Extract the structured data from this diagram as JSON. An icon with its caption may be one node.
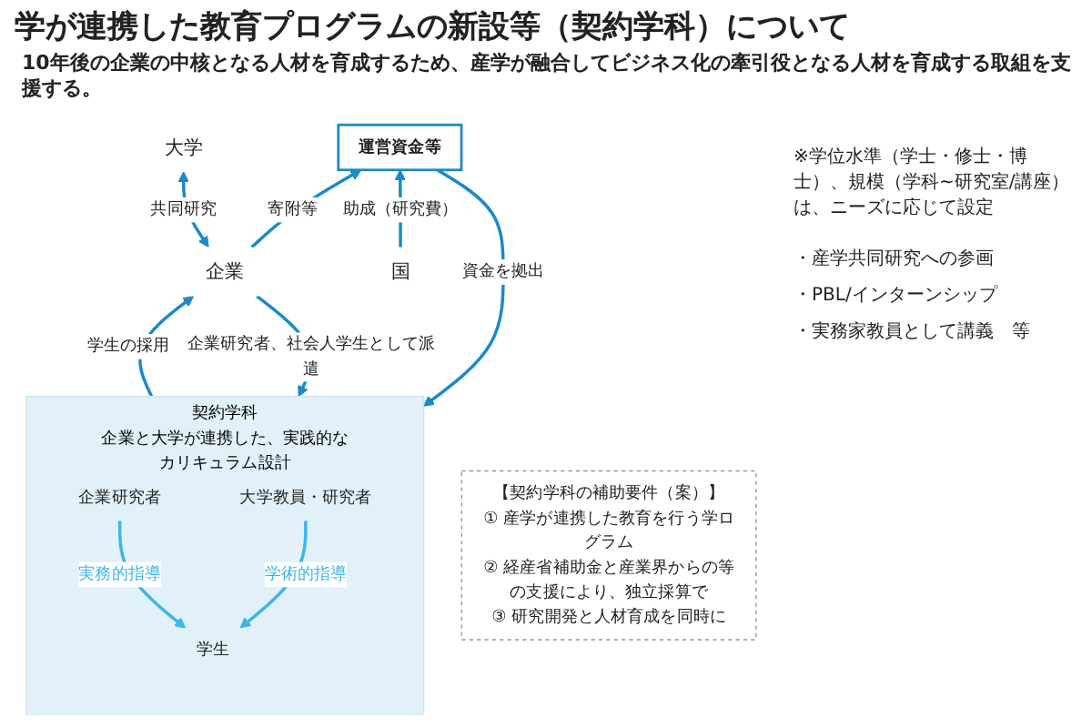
{
  "diagram": {
    "title": "学が連携した教育プログラムの新設等（契約学科）について",
    "nodes": [
      {
        "text": [
          "企業"
        ]
      },
      {
        "text": [
          "大学"
        ]
      },
      {
        "text": [
          "運営資金等"
        ]
      },
      {
        "text": [
          "国"
        ]
      },
      {
        "text": [
          "契約学科",
          "企業と大学が連携した、実践的なカリキュラム設計"
        ]
      },
      {
        "text": [
          "企業研究者"
        ],
        "in": 4
      },
      {
        "text": [
          "学生"
        ],
        "in": 4
      },
      {
        "text": [
          "大学教員・研究者"
        ],
        "in": 4
      },
      {
        "text": [
          "【契約学科の補助要件（案）】",
          "① 産学が連携した教育を行う学ログラム",
          "② 経産省補助金と産業界からの等の支援により、独立採算で",
          "③ 研究開発と人材育成を同時に"
        ]
      }
    ],
    "edges": [
      {
        "from": 0,
        "to": 1,
        "arrow": "both",
        "label": "共同研究"
      },
      {
        "from": 0,
        "to": 2,
        "arrow": "to",
        "label": "寄附等"
      },
      {
        "from": 3,
        "to": 2,
        "arrow": "to",
        "label": "助成（研究費）"
      },
      {
        "from": 2,
        "to": 4,
        "arrow": "to",
        "label": "資金を拠出"
      },
      {
        "from": 0,
        "to": 4,
        "arrow": "to",
        "label": "企業研究者、社会人学生として派遣"
      },
      {
        "from": 4,
        "to": 0,
        "arrow": "to",
        "label": "学生の採用"
      },
      {
        "from": 5,
        "to": 6,
        "arrow": "to",
        "label": "実務的指導",
        "color": "#3db5ec"
      },
      {
        "from": 7,
        "to": 6,
        "arrow": "to",
        "label": "学術的指導",
        "color": "#3db5ec"
      }
    ],
    "labels": [
      "10年後の企業の中核となる人材を育成するため、産学が融合してビジネス化の牽引役となる人材を育成する取組を支援する。",
      "※学位水準（学士・修士・博士）、規模（学科~研究室/講座）は、ニーズに応じて設定",
      "・産学共同研究への参画",
      "・PBL/インターンシップ",
      "・実務家教員として講義　等"
    ]
  }
}
